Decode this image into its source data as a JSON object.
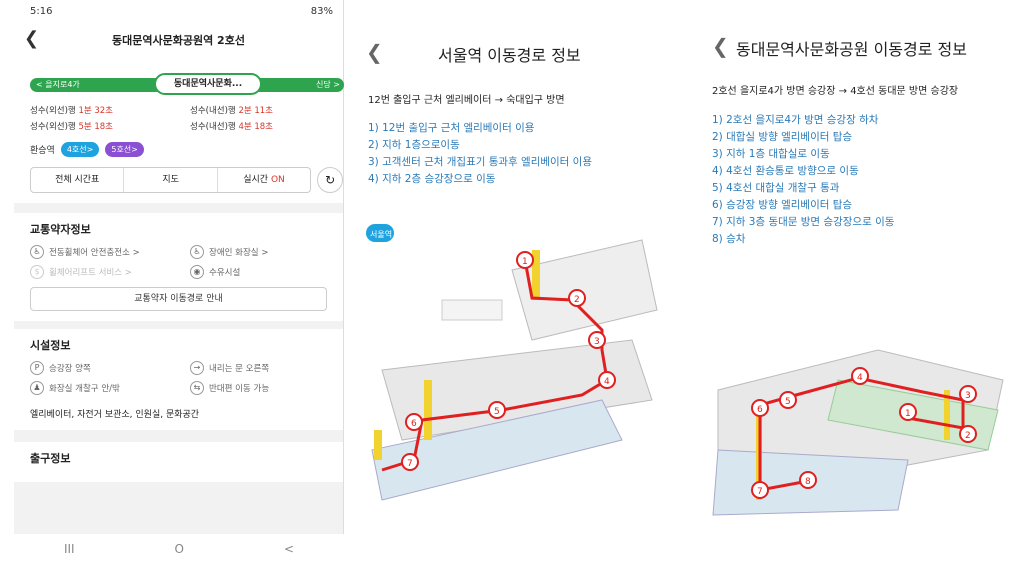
{
  "phone": {
    "status": {
      "time": "5:16",
      "battery": "83%"
    },
    "title": "동대문역사문화공원역 2호선",
    "linebar": {
      "prev": "< 을지로4가",
      "current": "동대문역사문화...",
      "next": "신당 >"
    },
    "arrivals": [
      {
        "dir": "성수(외선)행",
        "time": "1분 32초"
      },
      {
        "dir": "성수(내선)행",
        "time": "2분 11초"
      },
      {
        "dir": "성수(외선)행",
        "time": "5분 18초"
      },
      {
        "dir": "성수(내선)행",
        "time": "4분 18초"
      }
    ],
    "transfer": {
      "label": "환승역",
      "chips": [
        {
          "text": "4호선>",
          "color": "#1fa3df"
        },
        {
          "text": "5호선>",
          "color": "#8b4fd4"
        }
      ]
    },
    "tabs": {
      "timetable": "전체 시간표",
      "map": "지도",
      "realtime": "실시간",
      "realtime_on": "ON"
    },
    "mobility": {
      "title": "교통약자정보",
      "items": [
        "전동휠체어 안전충전소 >",
        "장애인 화장실 >",
        "휠체어리프트 서비스 >",
        "수유시설"
      ],
      "button": "교통약자 이동경로 안내"
    },
    "facility": {
      "title": "시설정보",
      "items": [
        "승강장 양쪽",
        "내리는 문 오른쪽",
        "화장실 개찰구 안/밖",
        "반대편 이동 가능"
      ],
      "extras": "엘리베이터, 자전거 보관소, 인원실, 문화공간"
    },
    "exit": {
      "title": "출구정보"
    },
    "navbar": {
      "recent": "III",
      "home": "O",
      "back": "<"
    }
  },
  "seoul": {
    "title": "서울역 이동경로 정보",
    "subtitle": "12번 출입구 근처 엘리베이터   → 숙대입구 방면",
    "steps": [
      "1) 12번 출입구 근처 엘리베이터 이용",
      "2) 지하 1층으로이동",
      "3) 고객센터 근처 개집표기 통과후 엘리베이터 이용",
      "4) 지하 2층 승강장으로 이동"
    ],
    "badge": "서울역"
  },
  "ddp": {
    "title": "동대문역사문화공원 이동경로 정보",
    "subtitle": "2호선 을지로4가 방면 승강장   → 4호선 동대문 방면 승강장",
    "steps": [
      "1) 2호선 을지로4가 방면 승강장 하차",
      "2) 대합실 방향 엘리베이터 탑승",
      "3) 지하 1층 대합실로 이동",
      "4) 4호선 환승통로 방향으로 이동",
      "5) 4호선 대합실 개찰구 통과",
      "6) 승강장 방향 엘리베이터 탑승",
      "7) 지하 3층 동대문 방면 승강장으로 이동",
      "8) 승차"
    ]
  },
  "colors": {
    "line2": "#2ea44f",
    "line4": "#1fa3df",
    "line5": "#8b4fd4",
    "route": "#e02020",
    "step_text": "#2a7ab8"
  }
}
